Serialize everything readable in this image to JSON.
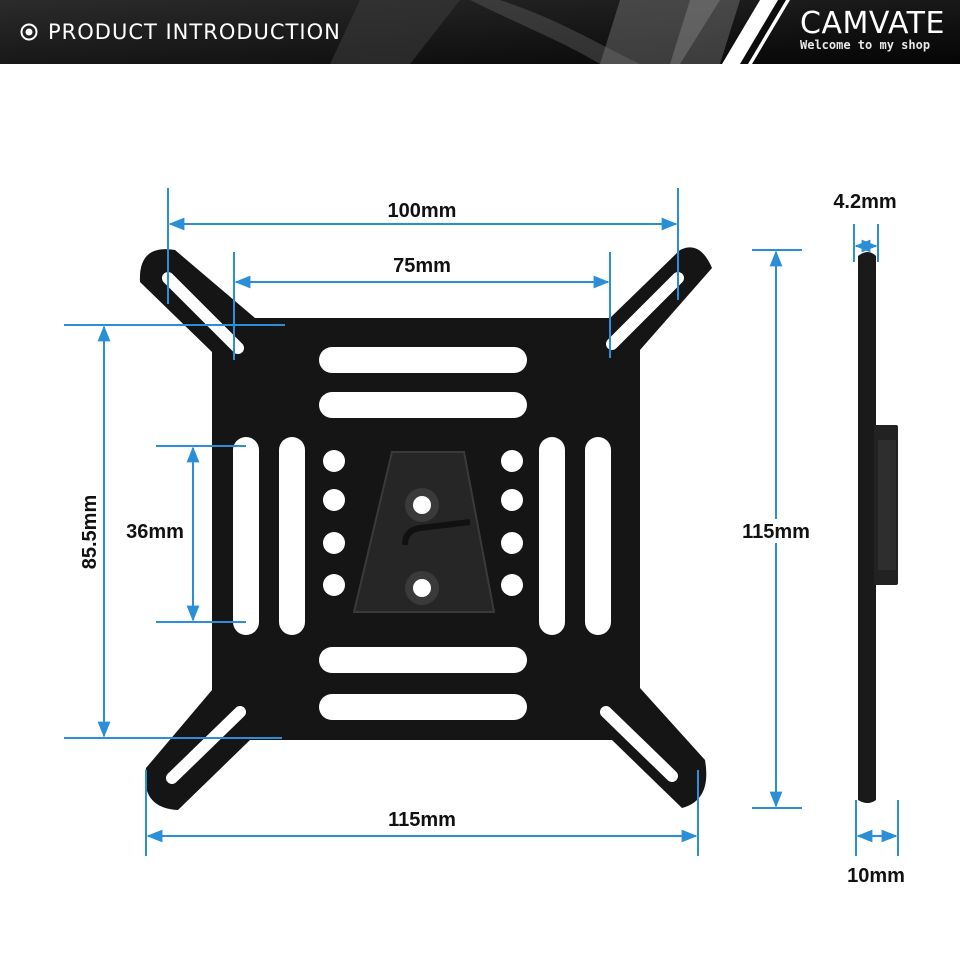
{
  "header": {
    "title": "PRODUCT INTRODUCTION",
    "icon": "target-icon",
    "brand": "CAMVATE",
    "tagline": "Welcome to my shop"
  },
  "dimensions": {
    "top_outer_width": "100mm",
    "top_inner_width": "75mm",
    "left_height": "85.5mm",
    "center_height": "36mm",
    "bottom_width": "115mm",
    "side_height": "115mm",
    "side_thickness": "4.2mm",
    "side_bottom": "10mm"
  },
  "colors": {
    "dimension_line": "#2a8fd6",
    "plate": "#151515",
    "header": "#0c0c0c"
  }
}
